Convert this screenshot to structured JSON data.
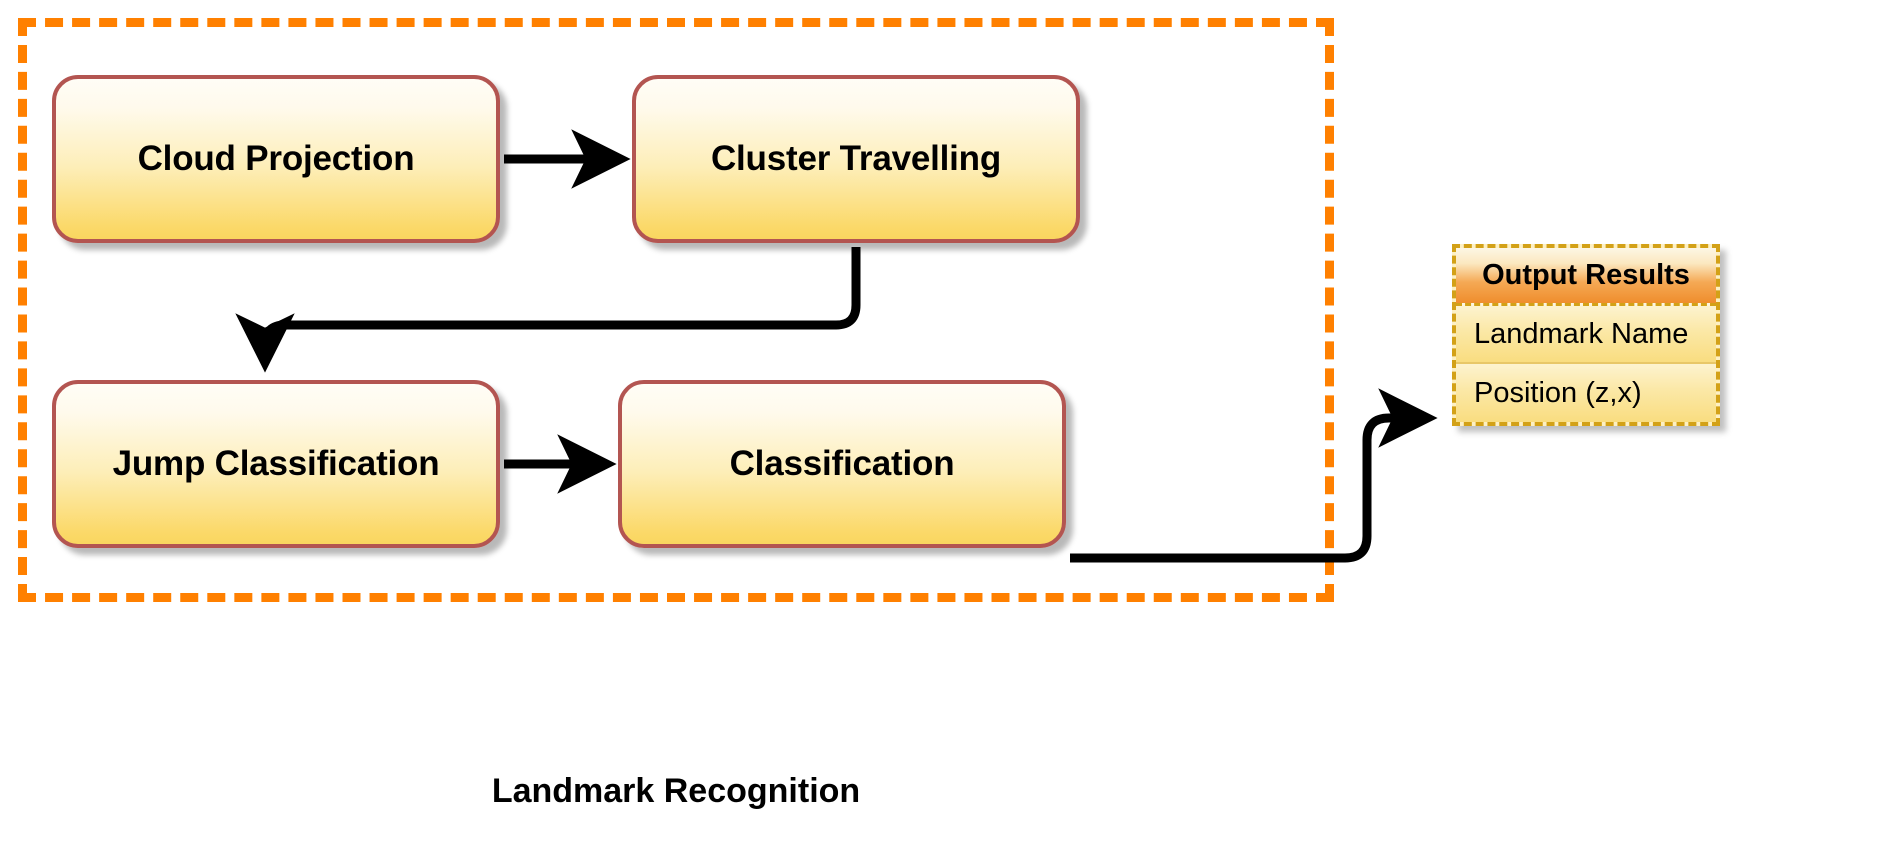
{
  "diagram": {
    "group": {
      "caption": "Landmark Recognition",
      "border_color": "#ff8000",
      "border_style": "dashed"
    },
    "nodes": [
      {
        "id": "cloud-projection",
        "label": "Cloud Projection"
      },
      {
        "id": "cluster-travelling",
        "label": "Cluster Travelling"
      },
      {
        "id": "jump-classification",
        "label": "Jump Classification"
      },
      {
        "id": "classification",
        "label": "Classification"
      }
    ],
    "node_style": {
      "border_color": "#b35551",
      "fill_top": "#fffdf6",
      "fill_bottom": "#fad65f"
    },
    "connectors": [
      {
        "from": "cloud-projection",
        "to": "cluster-travelling",
        "kind": "straight-right"
      },
      {
        "from": "cluster-travelling",
        "to": "jump-classification",
        "kind": "elbow-down-left-down"
      },
      {
        "from": "jump-classification",
        "to": "classification",
        "kind": "straight-right"
      },
      {
        "from": "classification",
        "to": "output-results",
        "kind": "elbow-right-up-right"
      }
    ],
    "connector_color": "#000000",
    "results": {
      "header": "Output Results",
      "rows": [
        {
          "label": "Landmark Name"
        },
        {
          "label": "Position (z,x)"
        }
      ],
      "border_color": "#d3a117",
      "header_accent": "#ef8d2c"
    }
  }
}
